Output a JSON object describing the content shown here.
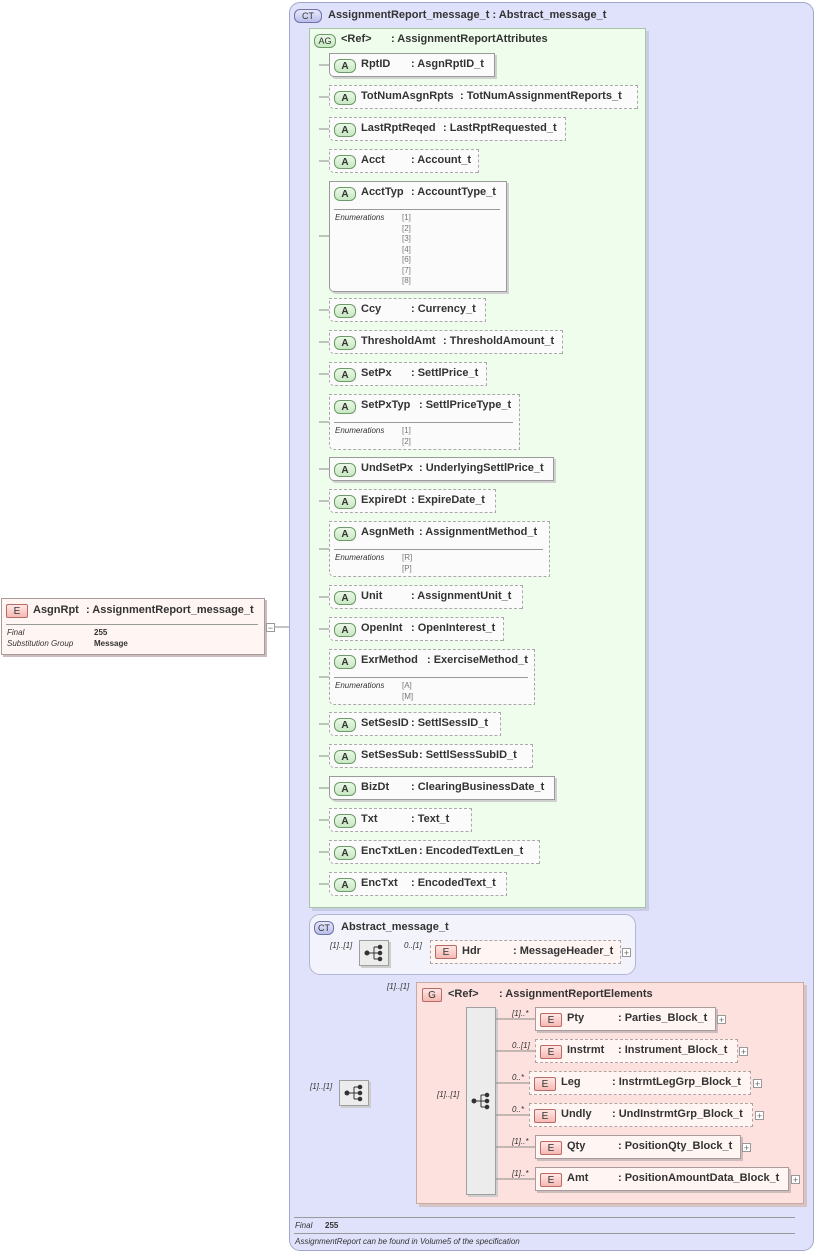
{
  "root": {
    "badge": "E",
    "name": "AsgnRpt",
    "type": ": AssignmentReport_message_t",
    "props": [
      {
        "label": "Final",
        "value": "255"
      },
      {
        "label": "Substitution Group",
        "value": "Message"
      }
    ]
  },
  "complex_type": {
    "badge": "CT",
    "title": "AssignmentReport_message_t : Abstract_message_t",
    "footer_label": "Final",
    "footer_value": "255",
    "footer_note": "AssignmentReport can be found in Volume5 of the specification"
  },
  "attr_group": {
    "badge": "AG",
    "ref": "<Ref>",
    "name": ": AssignmentReportAttributes"
  },
  "enum_label": "Enumerations",
  "attributes": [
    {
      "name": "RptID",
      "type": ": AsgnRptID_t"
    },
    {
      "name": "TotNumAsgnRpts",
      "type": ": TotNumAssignmentReports_t"
    },
    {
      "name": "LastRptReqed",
      "type": ": LastRptRequested_t"
    },
    {
      "name": "Acct",
      "type": ": Account_t"
    },
    {
      "name": "AcctTyp",
      "type": ": AccountType_t",
      "enums": [
        "[1]",
        "[2]",
        "[3]",
        "[4]",
        "[6]",
        "[7]",
        "[8]"
      ]
    },
    {
      "name": "Ccy",
      "type": ": Currency_t"
    },
    {
      "name": "ThresholdAmt",
      "type": ": ThresholdAmount_t"
    },
    {
      "name": "SetPx",
      "type": ": SettlPrice_t"
    },
    {
      "name": "SetPxTyp",
      "type": ": SettlPriceType_t",
      "enums": [
        "[1]",
        "[2]"
      ]
    },
    {
      "name": "UndSetPx",
      "type": ": UnderlyingSettlPrice_t"
    },
    {
      "name": "ExpireDt",
      "type": ": ExpireDate_t"
    },
    {
      "name": "AsgnMeth",
      "type": ": AssignmentMethod_t",
      "enums": [
        "[R]",
        "[P]"
      ]
    },
    {
      "name": "Unit",
      "type": ": AssignmentUnit_t"
    },
    {
      "name": "OpenInt",
      "type": ": OpenInterest_t"
    },
    {
      "name": "ExrMethod",
      "type": ": ExerciseMethod_t",
      "enums": [
        "[A]",
        "[M]"
      ]
    },
    {
      "name": "SetSesID",
      "type": ": SettlSessID_t"
    },
    {
      "name": "SetSesSub",
      "type": ": SettlSessSubID_t"
    },
    {
      "name": "BizDt",
      "type": ": ClearingBusinessDate_t"
    },
    {
      "name": "Txt",
      "type": ": Text_t"
    },
    {
      "name": "EncTxtLen",
      "type": ": EncodedTextLen_t"
    },
    {
      "name": "EncTxt",
      "type": ": EncodedText_t"
    }
  ],
  "abstract": {
    "badge": "CT",
    "title": "Abstract_message_t",
    "seq_card": "[1]..[1]",
    "hdr": {
      "badge": "E",
      "card": "0..[1]",
      "name": "Hdr",
      "type": ": MessageHeader_t"
    }
  },
  "outer_seq_card": "[1]..[1]",
  "group": {
    "badge": "G",
    "card": "[1]..[1]",
    "ref": "<Ref>",
    "name": ": AssignmentReportElements",
    "seq_card": "[1]..[1]",
    "elements": [
      {
        "badge": "E",
        "card": "[1]..*",
        "name": "Pty",
        "type": ": Parties_Block_t"
      },
      {
        "badge": "E",
        "card": "0..[1]",
        "name": "Instrmt",
        "type": ": Instrument_Block_t"
      },
      {
        "badge": "E",
        "card": "0..*",
        "name": "Leg",
        "type": ": InstrmtLegGrp_Block_t"
      },
      {
        "badge": "E",
        "card": "0..*",
        "name": "Undly",
        "type": ": UndInstrmtGrp_Block_t"
      },
      {
        "badge": "E",
        "card": "[1]..*",
        "name": "Qty",
        "type": ": PositionQty_Block_t"
      },
      {
        "badge": "E",
        "card": "[1]..*",
        "name": "Amt",
        "type": ": PositionAmountData_Block_t"
      }
    ]
  }
}
